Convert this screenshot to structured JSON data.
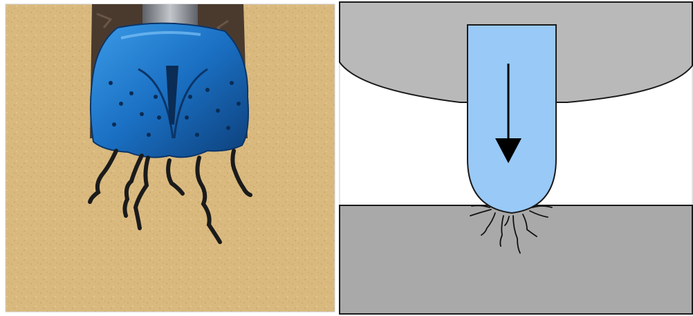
{
  "panels": [
    {
      "id": "drill-bit-illustration",
      "description_visible_text": "",
      "colors": {
        "sand": "#d9b97e",
        "sand_dark": "#c8a468",
        "borehole_rock": "#4a3a2e",
        "bit_blue": "#1a6fc2",
        "bit_blue_light": "#3b9be8",
        "bit_blue_dark": "#0d3f7a",
        "drill_string": "#8a8f96",
        "fracture": "#1b1b1b"
      }
    },
    {
      "id": "indentation-diagram",
      "description_visible_text": "",
      "colors": {
        "upper_block": "#b9b9b9",
        "lower_block": "#a9a9a9",
        "indenter": "#99c9f7",
        "outline": "#1a1a1a",
        "arrow": "#000000",
        "background": "#ffffff"
      },
      "arrow_direction": "down"
    }
  ]
}
